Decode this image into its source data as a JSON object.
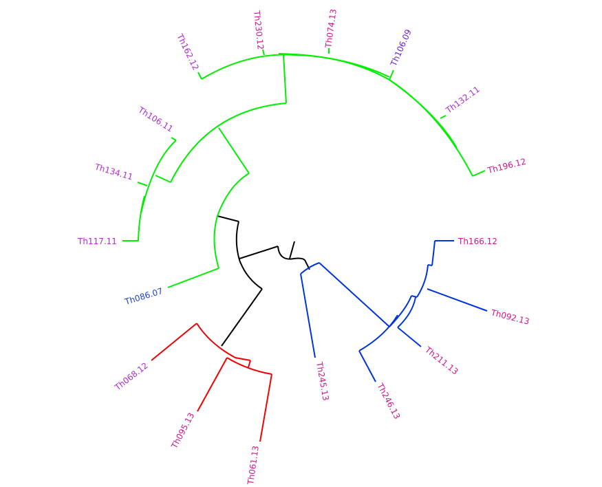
{
  "diagram": {
    "type": "circular-phylogenetic-tree",
    "clade_colors": {
      "green": "#00ee00",
      "blue": "#0033dd",
      "red": "#ee0000",
      "root": "#000000"
    },
    "label_colors": {
      "magenta": "#d4148c",
      "violet": "#b02bd0",
      "indigo": "#6a1fd0",
      "blue": "#1f3fcc"
    }
  },
  "leaves": [
    {
      "id": "th162",
      "label": "Th162.12",
      "color": "#b02bd0"
    },
    {
      "id": "th230",
      "label": "Th230.12",
      "color": "#d4148c"
    },
    {
      "id": "th074",
      "label": "Th074.13",
      "color": "#d4148c"
    },
    {
      "id": "th106-09",
      "label": "Th106.09",
      "color": "#6a1fd0"
    },
    {
      "id": "th132",
      "label": "Th132.11",
      "color": "#b02bd0"
    },
    {
      "id": "th196",
      "label": "Th196.12",
      "color": "#d4148c"
    },
    {
      "id": "th106-11",
      "label": "Th106.11",
      "color": "#b02bd0"
    },
    {
      "id": "th134",
      "label": "Th134.11",
      "color": "#b02bd0"
    },
    {
      "id": "th117",
      "label": "Th117.11",
      "color": "#b02bd0"
    },
    {
      "id": "th086",
      "label": "Th086.07",
      "color": "#1f3fcc"
    },
    {
      "id": "th068",
      "label": "Th068.12",
      "color": "#b02bd0"
    },
    {
      "id": "th095",
      "label": "Th095.13",
      "color": "#d4148c"
    },
    {
      "id": "th061",
      "label": "Th061.13",
      "color": "#d4148c"
    },
    {
      "id": "th245",
      "label": "Th245.13",
      "color": "#d4148c"
    },
    {
      "id": "th246",
      "label": "Th246.13",
      "color": "#d4148c"
    },
    {
      "id": "th211",
      "label": "Th211.13",
      "color": "#d4148c"
    },
    {
      "id": "th092",
      "label": "Th092.13",
      "color": "#d4148c"
    },
    {
      "id": "th166",
      "label": "Th166.12",
      "color": "#d4148c"
    }
  ]
}
